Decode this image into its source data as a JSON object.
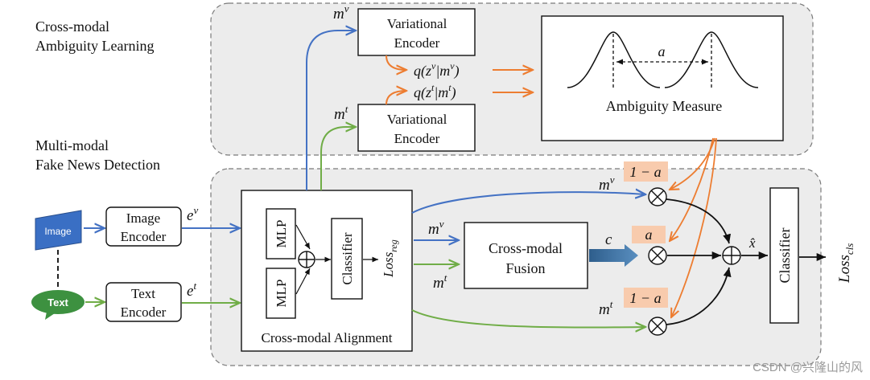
{
  "sections": {
    "ambiguity_line1": "Cross-modal",
    "ambiguity_line2": "Ambiguity Learning",
    "detection_line1": "Multi-modal",
    "detection_line2": "Fake News Detection"
  },
  "inputs": {
    "image_label": "Image",
    "text_label": "Text"
  },
  "encoders": {
    "image_line1": "Image",
    "image_line2": "Encoder",
    "text_line1": "Text",
    "text_line2": "Encoder",
    "var_line1": "Variational",
    "var_line2": "Encoder"
  },
  "symbols": {
    "e": "e",
    "v": "v",
    "t": "t",
    "m": "m",
    "q_v": "q(z",
    "q_v_mid": "|m",
    "q_close": ")",
    "a": "a",
    "one_minus_a": "1 − a",
    "c": "c",
    "xhat": "x̂",
    "loss": "Loss",
    "reg": "reg",
    "cls": "cls"
  },
  "boxes": {
    "mlp": "MLP",
    "classifier": "Classifier",
    "alignment": "Cross-modal Alignment",
    "fusion_line1": "Cross-modal",
    "fusion_line2": "Fusion",
    "ambiguity_measure": "Ambiguity Measure",
    "final_classifier": "Classifier"
  },
  "watermark": "CSDN @兴隆山的风",
  "colors": {
    "blue": "#4472c4",
    "green": "#70ad47",
    "orange": "#ed7d31",
    "highlight": "#f8cbad",
    "panel": "#ececec",
    "image_shape": "#3a6fc4",
    "text_shape": "#3d9140",
    "fusion_arrow": "#3b6fa0"
  }
}
